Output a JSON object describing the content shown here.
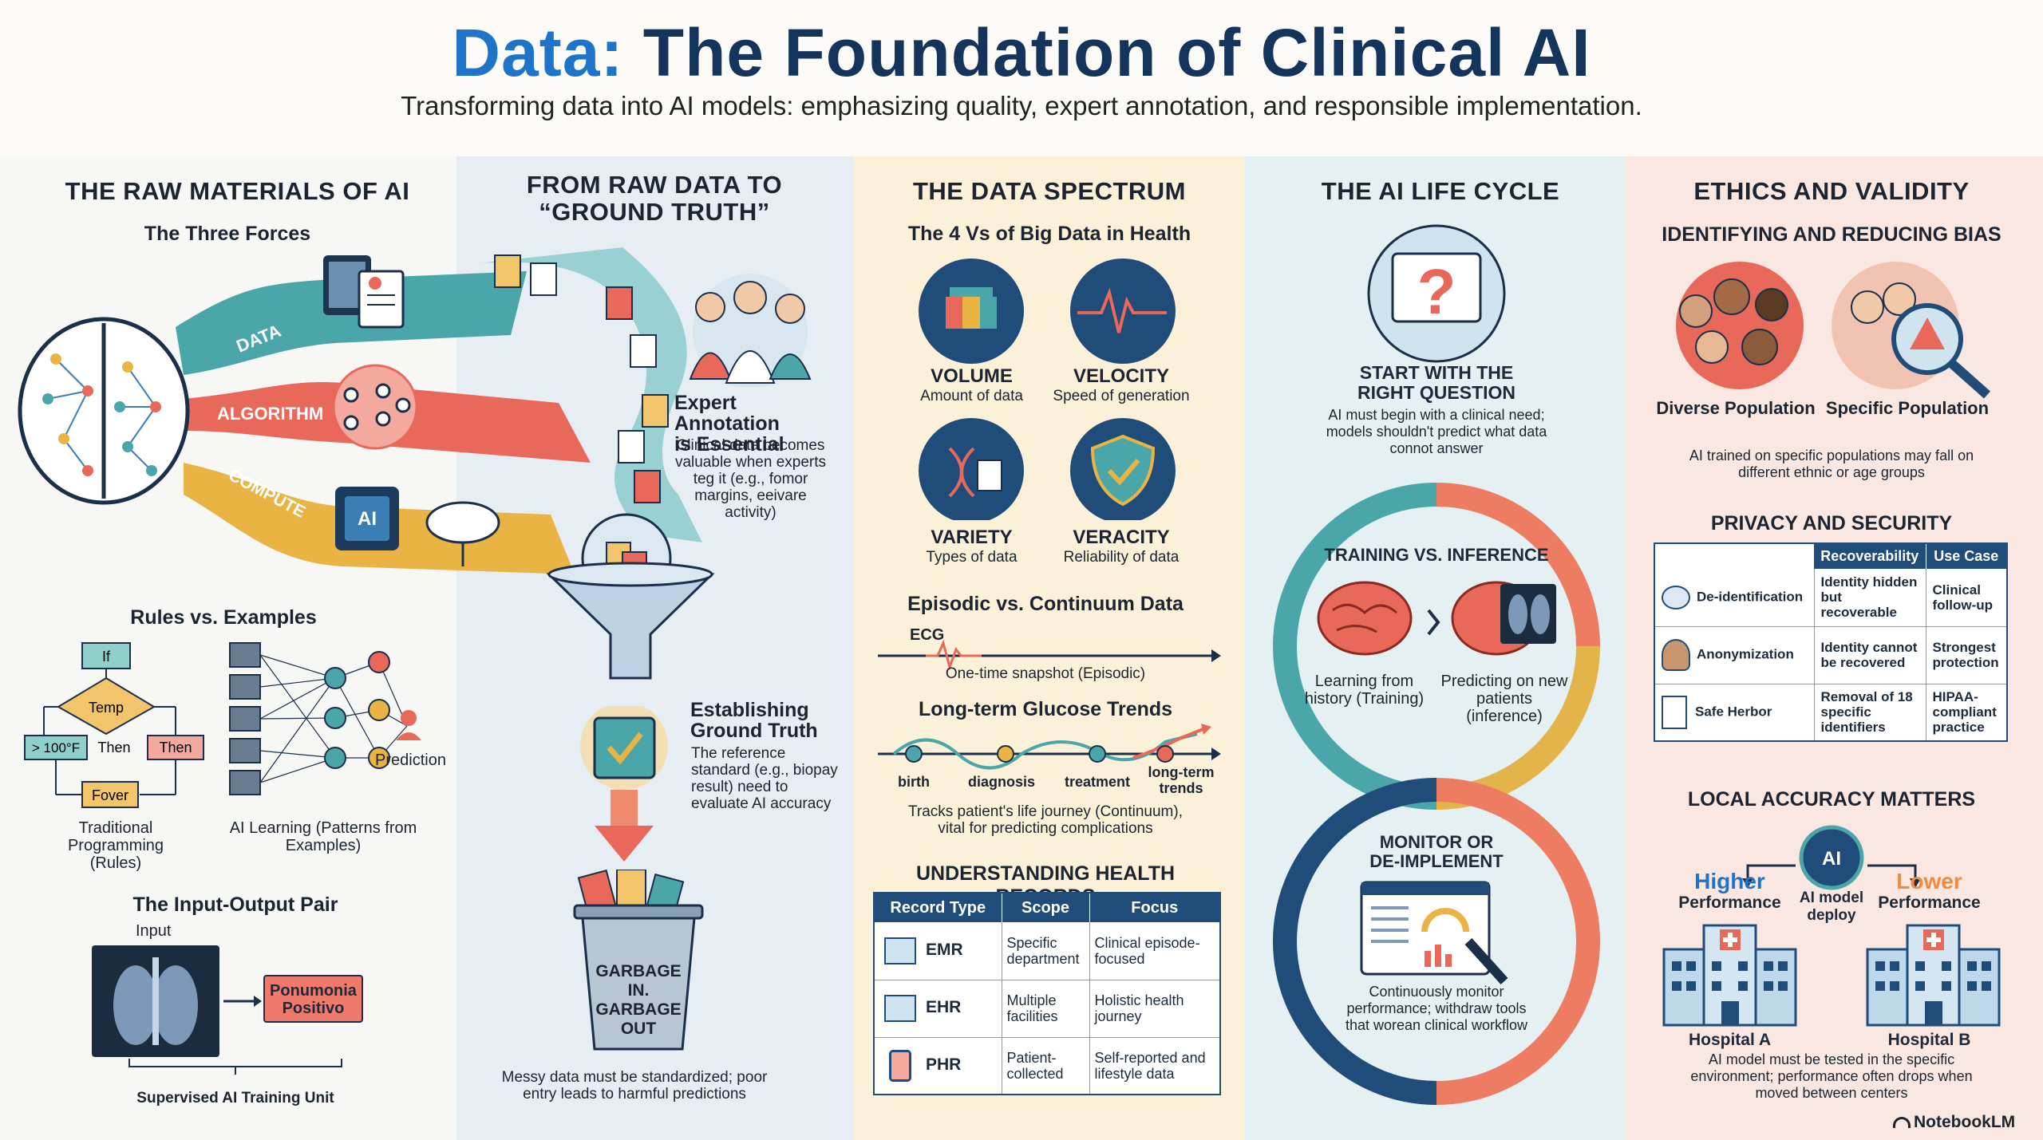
{
  "header": {
    "title_highlight": "Data:",
    "title_rest": "The Foundation of Clinical AI",
    "subtitle": "Transforming data into AI models: emphasizing quality, expert annotation, and responsible implementation."
  },
  "col1": {
    "title": "THE RAW MATERIALS OF AI",
    "forces_title": "The Three Forces",
    "forces": [
      "DATA",
      "ALGORITHM",
      "COMPUTE"
    ],
    "ai_chip": "AI",
    "rules_title": "Rules vs. Examples",
    "flow": {
      "if": "If",
      "temp": "Temp",
      "cond": "> 100°F",
      "then_text": "Then",
      "then_box": "Then",
      "fever": "Fover"
    },
    "trad_label": "Traditional Programming (Rules)",
    "ai_label": "AI Learning (Patterns from Examples)",
    "prediction": "Prediction",
    "pair_title": "The Input-Output Pair",
    "input_label": "Input",
    "output_label": "Ponumonia Positivo",
    "pair_caption": "Supervised AI Training Unit"
  },
  "col2": {
    "title_l1": "FROM RAW DATA TO",
    "title_l2": "“GROUND TRUTH”",
    "annot_title_l1": "Expert Annotation",
    "annot_title_l2": "is Essential",
    "annot_body": "Clinical data becomes valuable when experts teg it (e.g., fomor margins, eeivare activity)",
    "gt_title_l1": "Establishing",
    "gt_title_l2": "Ground Truth",
    "gt_body": "The reference standard (e.g., biopay result) need to evaluate AI accuracy",
    "bin_text": "GARBAGE IN. GARBAGE OUT",
    "bin_caption": "Messy data must be standardized; poor entry leads to harmful predictions"
  },
  "col3": {
    "title": "THE DATA SPECTRUM",
    "vs_title": "The 4 Vs of Big Data in Health",
    "vs": [
      {
        "name": "VOLUME",
        "desc": "Amount of data"
      },
      {
        "name": "VELOCITY",
        "desc": "Speed of generation"
      },
      {
        "name": "VARIETY",
        "desc": "Types of data"
      },
      {
        "name": "VERACITY",
        "desc": "Reliability of data"
      }
    ],
    "episodic_title": "Episodic vs. Continuum Data",
    "ecg": "ECG",
    "ecg_caption": "One-time snapshot (Episodic)",
    "glucose_title": "Long-term Glucose Trends",
    "timeline": [
      "birth",
      "diagnosis",
      "treatment",
      "long-term trends"
    ],
    "continuum_caption": "Tracks patient's life journey (Continuum), vital for predicting complications",
    "records_title": "UNDERSTANDING HEALTH RECORDS",
    "records_headers": [
      "Record Type",
      "Scope",
      "Focus"
    ],
    "records": [
      {
        "type": "EMR",
        "scope": "Specific department",
        "focus": "Clinical episode-focused"
      },
      {
        "type": "EHR",
        "scope": "Multiple facilities",
        "focus": "Holistic health journey"
      },
      {
        "type": "PHR",
        "scope": "Patient-collected",
        "focus": "Self-reported and lifestyle data"
      }
    ]
  },
  "col4": {
    "title": "THE AI LIFE CYCLE",
    "q_title_l1": "START WITH THE",
    "q_title_l2": "RIGHT QUESTION",
    "q_body": "AI must begin with a clinical need; models shouldn't predict what data connot answer",
    "ti_title": "TRAINING VS. INFERENCE",
    "train_label": "Learning from history (Training)",
    "infer_label": "Predicting on new patients (inference)",
    "mon_title_l1": "MONITOR OR",
    "mon_title_l2": "DE-IMPLEMENT",
    "mon_body": "Continuously monitor performance; withdraw tools that worean clinical workflow"
  },
  "col5": {
    "title": "ETHICS AND VALIDITY",
    "bias_title": "IDENTIFYING AND REDUCING BIAS",
    "diverse": "Diverse Population",
    "specific": "Specific Population",
    "bias_body": "AI trained on specific populations may fall on different ethnic or age groups",
    "privacy_title": "PRIVACY AND SECURITY",
    "privacy_headers": [
      "Recoverability",
      "Use Case"
    ],
    "privacy": [
      {
        "name": "De-identification",
        "recover": "Identity hidden but recoverable",
        "use": "Clinical follow-up"
      },
      {
        "name": "Anonymization",
        "recover": "Identity cannot be recovered",
        "use": "Strongest protection"
      },
      {
        "name": "Safe Herbor",
        "recover": "Removal of 18 specific identifiers",
        "use": "HIPAA-compliant practice"
      }
    ],
    "local_title": "LOCAL ACCURACY MATTERS",
    "higher_l1": "Higher",
    "higher_l2": "Performance",
    "lower_l1": "Lower",
    "lower_l2": "Performance",
    "deploy": "AI model deploy",
    "ai_badge": "AI",
    "hosp_a": "Hospital A",
    "hosp_b": "Hospital B",
    "local_body": "AI model must be tested in the specific environment; performance often drops when moved between centers"
  },
  "brand": "NotebookLM",
  "colors": {
    "navy": "#14345c",
    "blue": "#1e74c8",
    "teal": "#4aa6a8",
    "coral": "#e8685a",
    "gold": "#e9b443",
    "orange": "#f08a3e"
  }
}
